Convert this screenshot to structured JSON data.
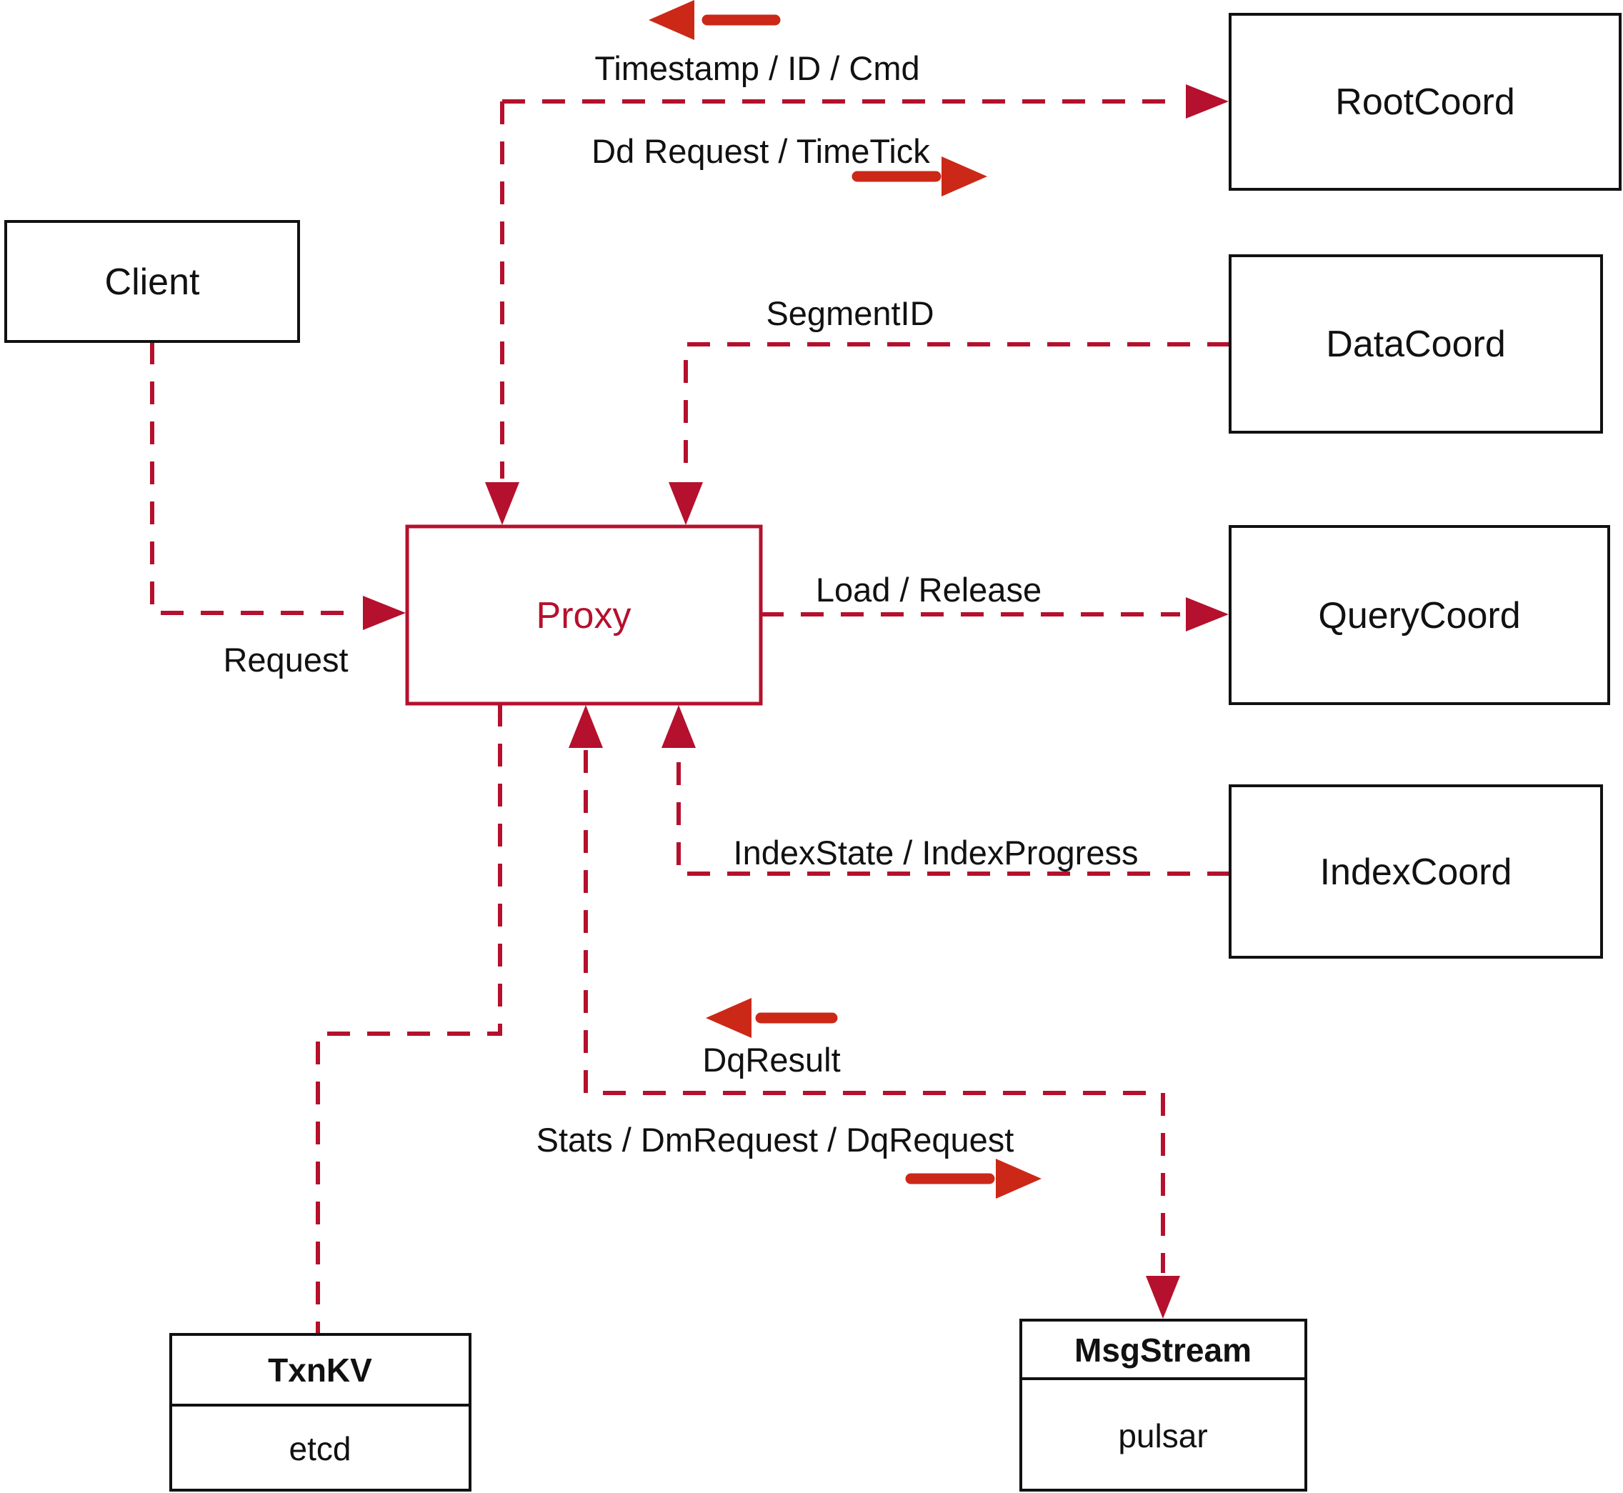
{
  "nodes": {
    "client": {
      "label": "Client"
    },
    "root_coord": {
      "label": "RootCoord"
    },
    "data_coord": {
      "label": "DataCoord"
    },
    "query_coord": {
      "label": "QueryCoord"
    },
    "index_coord": {
      "label": "IndexCoord"
    },
    "proxy": {
      "label": "Proxy"
    },
    "txn_kv": {
      "title": "TxnKV",
      "impl": "etcd"
    },
    "msg_stream": {
      "title": "MsgStream",
      "impl": "pulsar"
    }
  },
  "edge_labels": {
    "timestamp_id_cmd": "Timestamp / ID / Cmd",
    "dd_request_timetick": "Dd Request / TimeTick",
    "segment_id": "SegmentID",
    "request": "Request",
    "load_release": "Load / Release",
    "index_state_progress": "IndexState / IndexProgress",
    "dq_result": "DqResult",
    "stats_dm_dq_request": "Stats / DmRequest / DqRequest"
  },
  "colors": {
    "line_red": "#b5102d",
    "arrow_red": "#cc2817",
    "ink": "#111111",
    "background": "#ffffff"
  }
}
